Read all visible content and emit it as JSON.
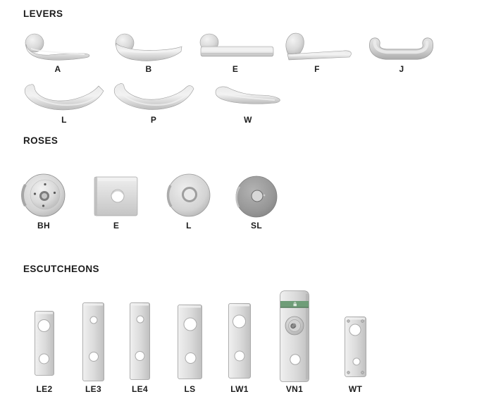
{
  "page": {
    "background": "#ffffff"
  },
  "sections": {
    "levers": {
      "heading": "LEVERS",
      "items": [
        {
          "code": "A"
        },
        {
          "code": "B"
        },
        {
          "code": "E"
        },
        {
          "code": "F"
        },
        {
          "code": "J"
        },
        {
          "code": "L"
        },
        {
          "code": "P"
        },
        {
          "code": "W"
        }
      ]
    },
    "roses": {
      "heading": "ROSES",
      "items": [
        {
          "code": "BH"
        },
        {
          "code": "E"
        },
        {
          "code": "L"
        },
        {
          "code": "SL"
        }
      ]
    },
    "escutcheons": {
      "heading": "ESCUTCHEONS",
      "items": [
        {
          "code": "LE2"
        },
        {
          "code": "LE3"
        },
        {
          "code": "LE4"
        },
        {
          "code": "LS"
        },
        {
          "code": "LW1"
        },
        {
          "code": "VN1"
        },
        {
          "code": "WT"
        }
      ]
    }
  },
  "colors": {
    "background": "#ffffff",
    "label_text": "#1c1c1c",
    "metal_light": "#f0f0f0",
    "metal_mid": "#d6d6d6",
    "metal_dark": "#a8a8a8",
    "sl_rose_dark": "#8f8f8f",
    "vn1_indicator_green": "#6f9d78"
  }
}
